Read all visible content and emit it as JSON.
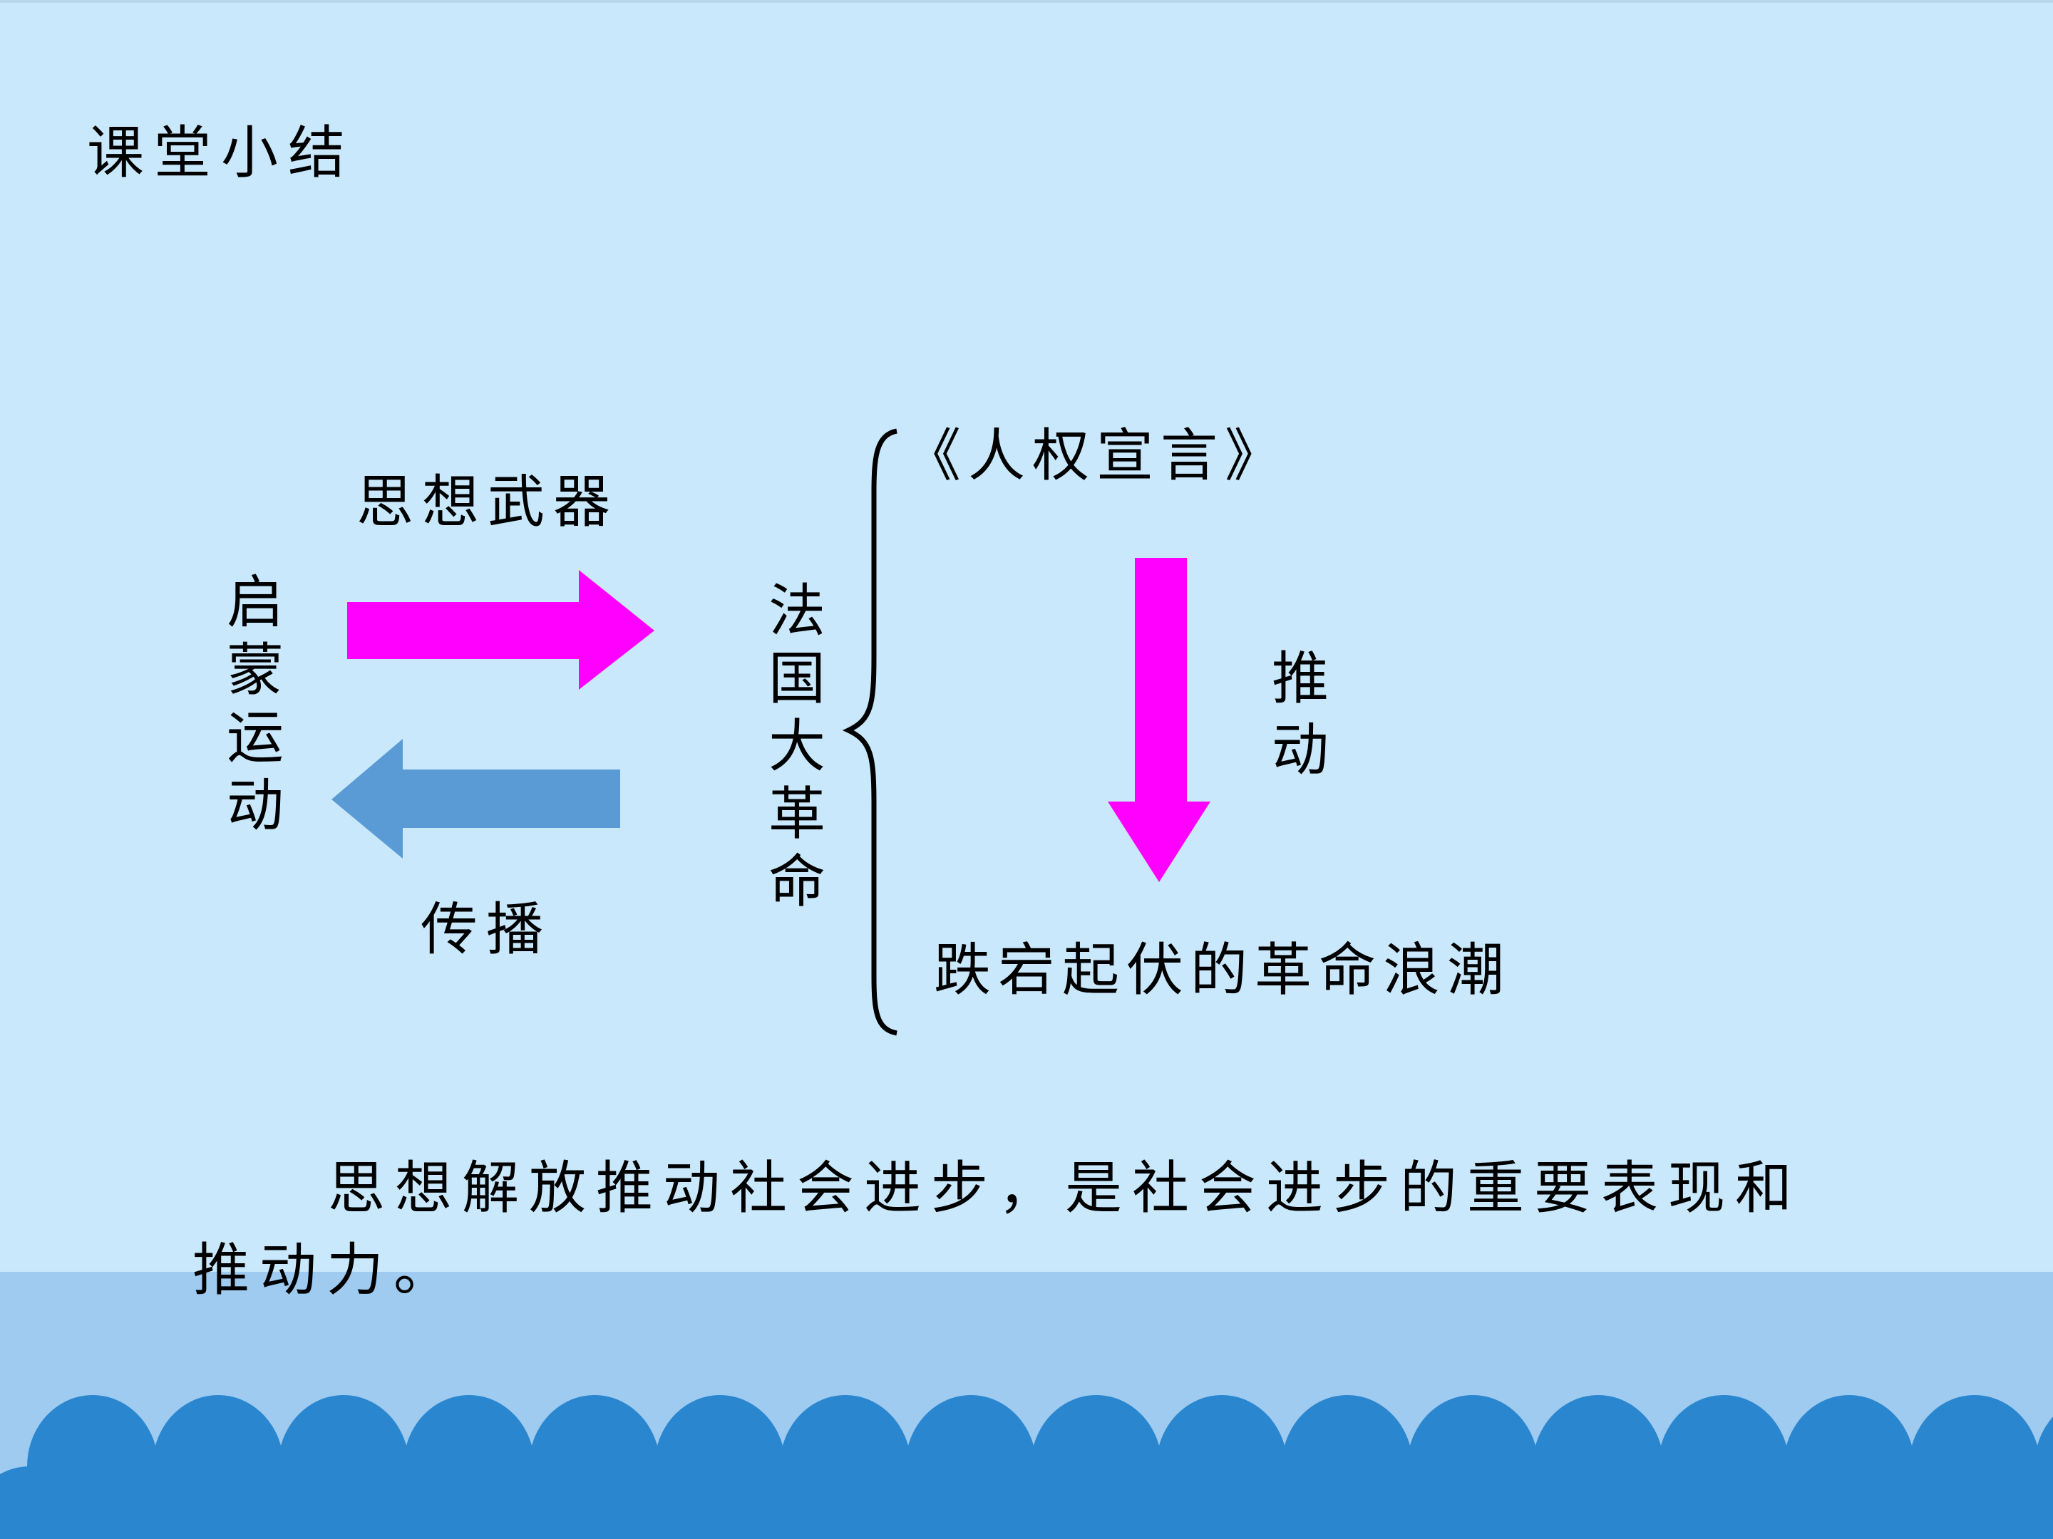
{
  "slide": {
    "title": "课堂小结",
    "left_term": "启蒙运动",
    "arrow_top_label": "思想武器",
    "arrow_bottom_label": "传播",
    "middle_term": "法国大革命",
    "branch_top": "《人权宣言》",
    "down_arrow_label": "推动",
    "branch_bottom": "跌宕起伏的革命浪潮",
    "conclusion": "思想解放推动社会进步，是社会进步的重要表现和推动力。"
  },
  "colors": {
    "background": "#c9e8fb",
    "magenta_arrow": "#ff00ff",
    "blue_arrow": "#5b9bd5",
    "wave": "#2a86cf",
    "band": "#9ecbef"
  }
}
